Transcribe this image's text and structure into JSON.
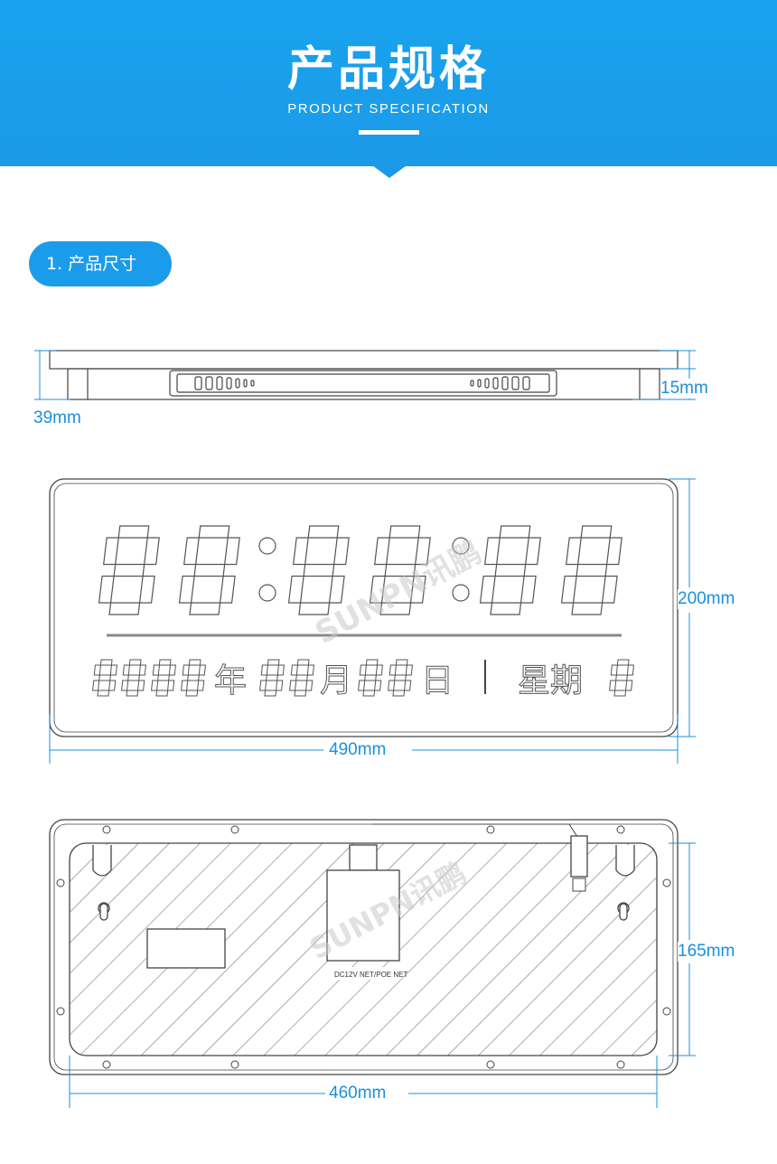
{
  "header": {
    "title": "产品规格",
    "subtitle": "PRODUCT SPECIFICATION"
  },
  "section": {
    "label": "1. 产品尺寸"
  },
  "dimensions": {
    "depth_total": "39mm",
    "depth_frame": "15mm",
    "front_height": "200mm",
    "front_width": "490mm",
    "back_height": "165mm",
    "back_width": "460mm"
  },
  "front_panel": {
    "date_chars": [
      "年",
      "月",
      "日"
    ],
    "weekday_label": "星期",
    "watermark": "SUNPN讯鹏"
  },
  "back_panel": {
    "port_label": "DC12V  NET/POE  NET",
    "watermark": "SUNPN讯鹏"
  },
  "colors": {
    "brand_blue": "#1a9cea",
    "dimension_blue": "#1a8fe0",
    "line_gray": "#555555"
  }
}
